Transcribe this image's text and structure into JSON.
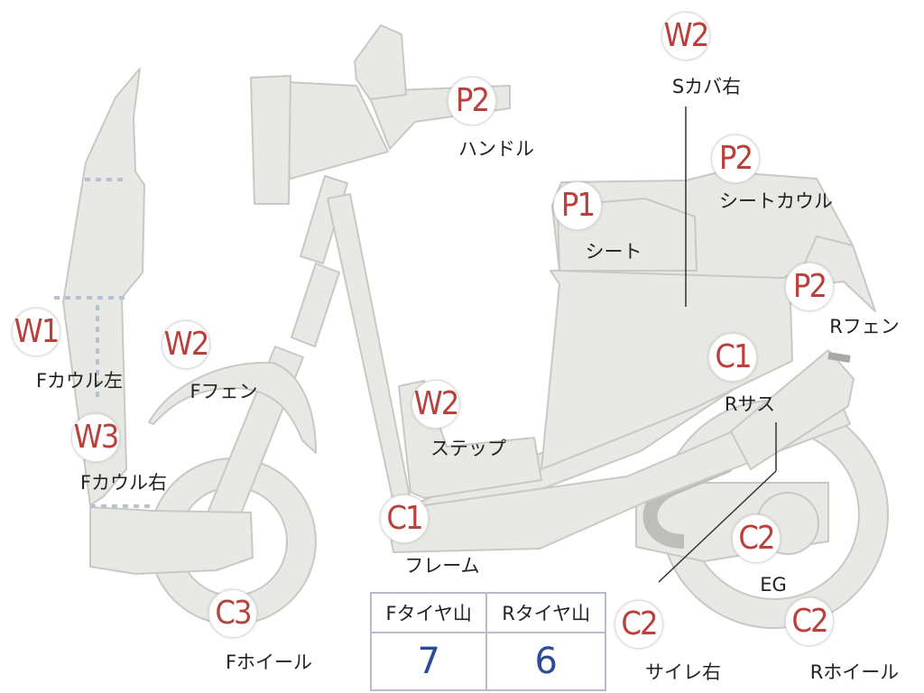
{
  "colors": {
    "part_fill": "#e8e8e4",
    "part_stroke": "#c8c8c4",
    "code": "#b8413b",
    "number": "#2b4a9a"
  },
  "parts": [
    {
      "id": "s-cover-right",
      "code": "W2",
      "label": "Sカバ右"
    },
    {
      "id": "handle",
      "code": "P2",
      "label": "ハンドル"
    },
    {
      "id": "seat-cowl",
      "code": "P2",
      "label": "シートカウル"
    },
    {
      "id": "seat",
      "code": "P1",
      "label": "シート"
    },
    {
      "id": "rear-fender",
      "code": "P2",
      "label": "Rフェン"
    },
    {
      "id": "front-cowl-left",
      "code": "W1",
      "label": "Fカウル左"
    },
    {
      "id": "front-fender",
      "code": "W2",
      "label": "Fフェン"
    },
    {
      "id": "rear-suspension",
      "code": "C1",
      "label": "Rサス"
    },
    {
      "id": "step",
      "code": "W2",
      "label": "ステップ"
    },
    {
      "id": "front-cowl-right",
      "code": "W3",
      "label": "Fカウル右"
    },
    {
      "id": "frame",
      "code": "C1",
      "label": "フレーム"
    },
    {
      "id": "engine",
      "code": "C2",
      "label": "EG"
    },
    {
      "id": "front-wheel",
      "code": "C3",
      "label": "Fホイール"
    },
    {
      "id": "muffler-right",
      "code": "C2",
      "label": "サイレ右"
    },
    {
      "id": "rear-wheel",
      "code": "C2",
      "label": "Rホイール"
    }
  ],
  "tread_table": {
    "headers": [
      "Fタイヤ山",
      "Rタイヤ山"
    ],
    "values": [
      "7",
      "6"
    ]
  }
}
